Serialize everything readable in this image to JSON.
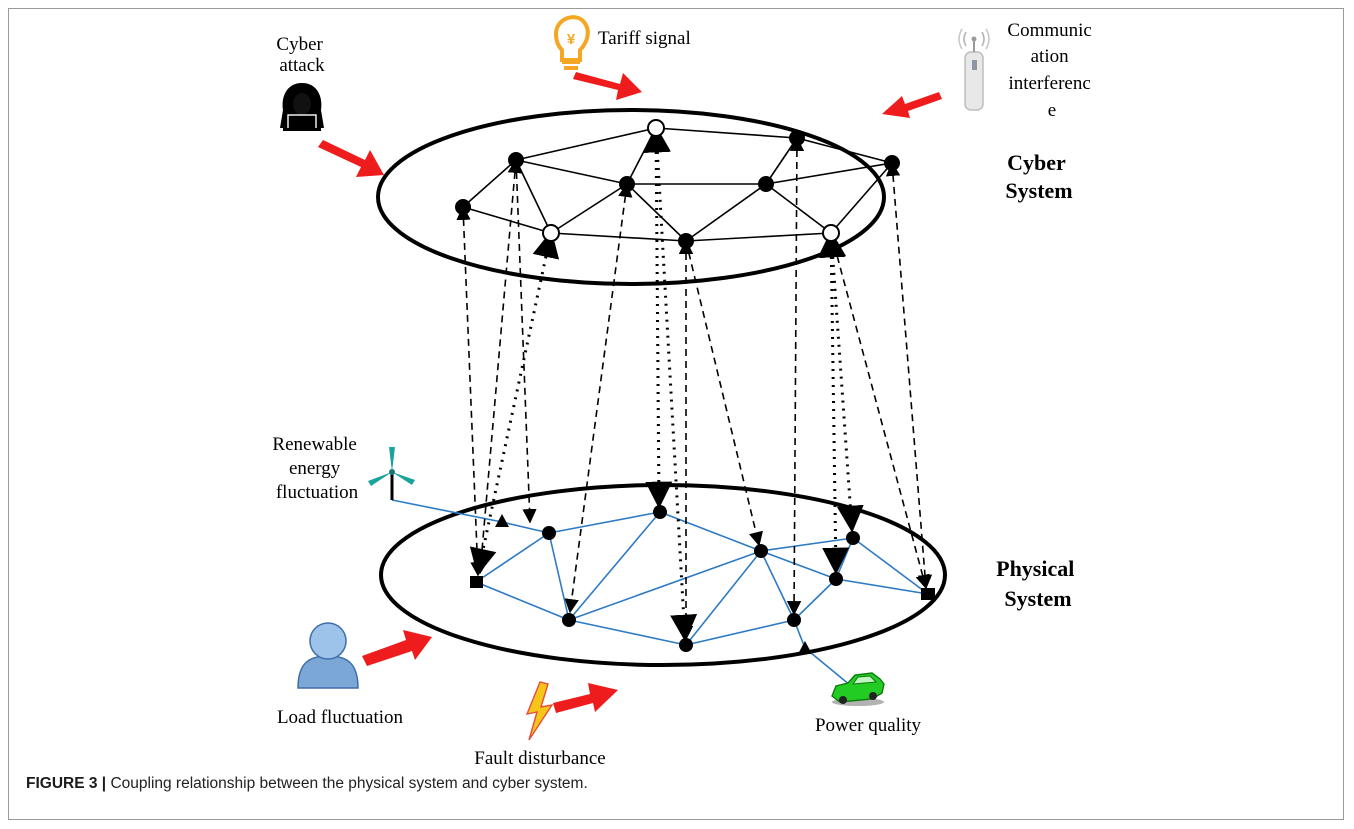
{
  "diagram": {
    "cyber_system": [
      "Cyber",
      "System"
    ],
    "physical_system": [
      "Physical",
      "System"
    ],
    "disturbances": {
      "cyber_attack": [
        "Cyber",
        "attack"
      ],
      "tariff_signal": [
        "Tariff signal"
      ],
      "communication_interference": [
        "Communic",
        "ation",
        "interferenc",
        "e"
      ],
      "renewable_energy_fluctuation": [
        "Renewable",
        "energy",
        "fluctuation"
      ],
      "load_fluctuation": [
        "Load fluctuation"
      ],
      "fault_disturbance": [
        "Fault disturbance"
      ],
      "power_quality": [
        "Power quality"
      ]
    },
    "tariff_icon_symbol": "¥",
    "icons": [
      "hacker-icon",
      "lightbulb-icon",
      "antenna-icon",
      "wind-turbine-icon",
      "user-icon",
      "lightning-icon",
      "car-icon"
    ],
    "colors": {
      "attack_arrow": "#ee1c1c",
      "physical_link": "#2e7bc4",
      "cyber_link": "#000000",
      "lightbulb": "#f5a623",
      "lightning": "#f5c518",
      "car": "#22cc22",
      "user": "#7aa7d6",
      "turbine": "#1aa39a"
    }
  },
  "caption": {
    "label": "FIGURE 3 |",
    "text": " Coupling relationship between the physical system and cyber system."
  }
}
